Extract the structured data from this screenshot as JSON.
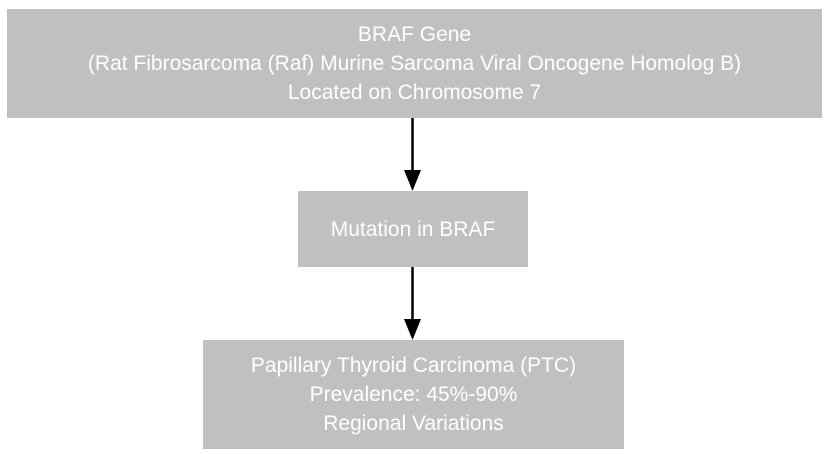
{
  "nodes": {
    "gene": {
      "lines": [
        "BRAF Gene",
        "(Rat Fibrosarcoma (Raf) Murine Sarcoma Viral Oncogene Homolog B)",
        "Located on Chromosome 7"
      ]
    },
    "mutation": {
      "lines": [
        "Mutation in BRAF"
      ]
    },
    "ptc": {
      "lines": [
        "Papillary Thyroid Carcinoma (PTC)",
        "Prevalence: 45%-90%",
        "Regional Variations"
      ]
    }
  },
  "edges": [
    {
      "from": "gene",
      "to": "mutation"
    },
    {
      "from": "mutation",
      "to": "ptc"
    }
  ],
  "colors": {
    "node_fill": "#c0c0c0",
    "node_text": "#ffffff",
    "edge": "#000000"
  }
}
